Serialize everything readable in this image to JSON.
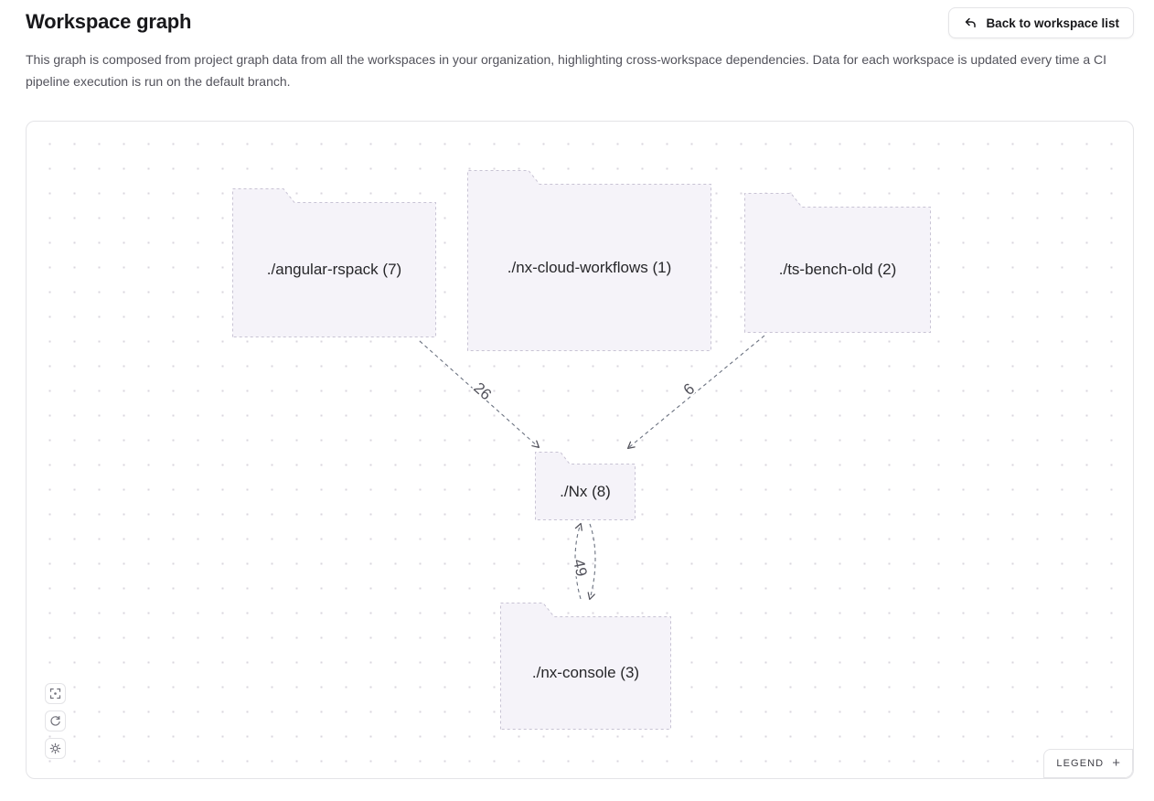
{
  "header": {
    "title": "Workspace graph",
    "back_button": "Back to workspace list",
    "description": "This graph is composed from project graph data from all the workspaces in your organization, highlighting cross-workspace dependencies. Data for each workspace is updated every time a CI pipeline execution is run on the default branch."
  },
  "graph": {
    "nodes": [
      {
        "id": "angular-rspack",
        "label": "./angular-rspack (7)"
      },
      {
        "id": "nx-cloud-workflows",
        "label": "./nx-cloud-workflows (1)"
      },
      {
        "id": "ts-bench-old",
        "label": "./ts-bench-old (2)"
      },
      {
        "id": "nx",
        "label": "./Nx (8)"
      },
      {
        "id": "nx-console",
        "label": "./nx-console (3)"
      }
    ],
    "edges": [
      {
        "from": "angular-rspack",
        "to": "nx",
        "label": "26"
      },
      {
        "from": "ts-bench-old",
        "to": "nx",
        "label": "6"
      },
      {
        "from": "nx",
        "to": "nx-console",
        "label": "49",
        "bidirectional": true
      }
    ]
  },
  "toolbar": {
    "buttons": [
      {
        "name": "focus"
      },
      {
        "name": "refresh"
      },
      {
        "name": "settings"
      }
    ]
  },
  "legend": {
    "label": "LEGEND",
    "plus": "+"
  },
  "colors": {
    "text": "#18181b",
    "muted": "#52525b",
    "border": "#e4e4e7",
    "dot": "#d9d6de",
    "node_fill": "#f5f3f9",
    "node_border": "#c8c3d4",
    "edge": "#6b7280",
    "edge_label": "#52525b"
  }
}
